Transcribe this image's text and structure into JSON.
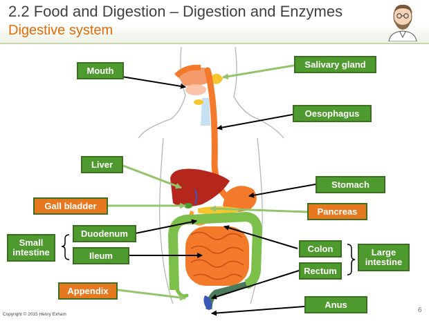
{
  "header": {
    "title": "2.2 Food and Digestion – Digestion and Enzymes",
    "subtitle": "Digestive system"
  },
  "labels": {
    "mouth": "Mouth",
    "salivary_gland": "Salivary gland",
    "oesophagus": "Oesophagus",
    "liver": "Liver",
    "stomach": "Stomach",
    "gall_bladder": "Gall bladder",
    "pancreas": "Pancreas",
    "duodenum": "Duodenum",
    "small_intestine": "Small intestine",
    "ileum": "Ileum",
    "colon": "Colon",
    "large_intestine": "Large intestine",
    "rectum": "Rectum",
    "appendix": "Appendix",
    "anus": "Anus"
  },
  "footer": {
    "copyright": "Copyright © 2015 Henry Exham",
    "page_number": "6"
  },
  "colors": {
    "accent_orange": "#e36c0a",
    "label_green": "#4f9a2e",
    "label_orange": "#e6781f",
    "arrow_green": "#92c46a",
    "arrow_black": "#000000"
  }
}
